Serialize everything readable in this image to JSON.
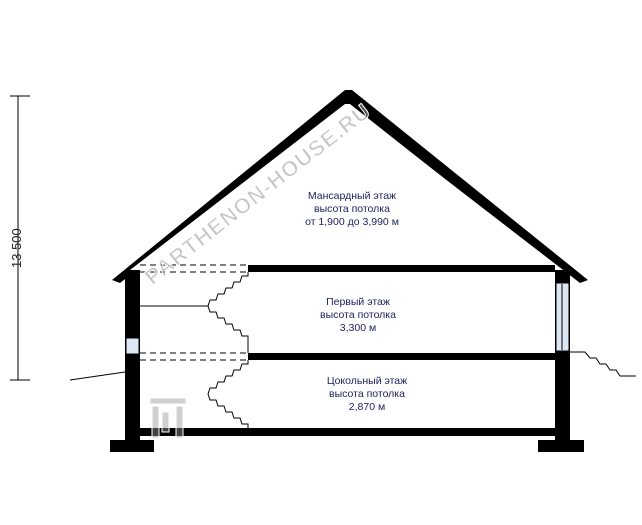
{
  "dimension": {
    "total_height": "13 500"
  },
  "floors": [
    {
      "name": "Мансардный этаж",
      "line2": "высота потолка",
      "line3": "от 1,900 до 3,990 м"
    },
    {
      "name": "Первый этаж",
      "line2": "высота потолка",
      "line3": "3,300 м"
    },
    {
      "name": "Цокольный этаж",
      "line2": "высота потолка",
      "line3": "2,870 м"
    }
  ],
  "watermark": "PARTHENON-HOUSE.RU",
  "colors": {
    "structure": "#000000",
    "label_text": "#1a1f5c",
    "window_glass": "#dbe7f2"
  },
  "icons": {
    "watermark_logo": "parthenon-logo-icon"
  }
}
